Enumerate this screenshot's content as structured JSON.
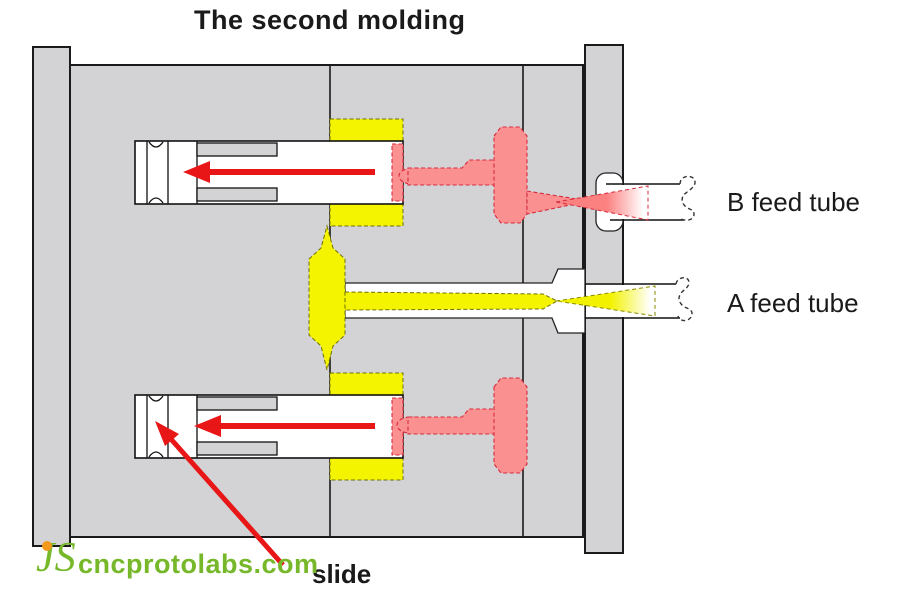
{
  "title": "The second molding",
  "labels": {
    "b_feed_tube": "B feed tube",
    "a_feed_tube": "A feed tube",
    "slide": "slide"
  },
  "watermark": {
    "logo_text": "JS",
    "site_text": "cncprotolabs.com"
  },
  "colors": {
    "plate_gray": "#d3d3d6",
    "outline_dark": "#1a1a1a",
    "material_a_yellow": "#f4f400",
    "material_b_pink": "#fa9090",
    "pink_outline": "#d62b3c",
    "arrow_red": "#e81616",
    "label_text": "#1a1a1a",
    "watermark_green": "#76b82a",
    "logo_dot_orange": "#f2981d"
  }
}
